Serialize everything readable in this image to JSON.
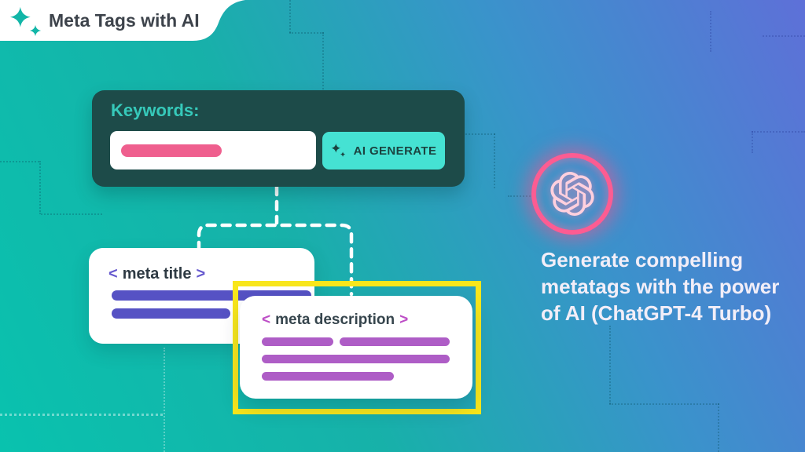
{
  "banner": {
    "icon": "sparkles",
    "title": "Meta Tags with AI"
  },
  "keywords_card": {
    "label": "Keywords:",
    "generate_button": {
      "icon": "sparkles",
      "label": "AI GENERATE"
    }
  },
  "diagram": {
    "meta_title": {
      "bracket_open": "<",
      "label": "meta title",
      "bracket_close": ">"
    },
    "meta_description": {
      "bracket_open": "<",
      "label": "meta description",
      "bracket_close": ">"
    }
  },
  "right_panel": {
    "logo": "openai-logo",
    "lines": [
      "Generate compelling",
      "metatags with the power",
      "of AI (ChatGPT-4 Turbo)"
    ]
  },
  "colors": {
    "background_teal": "#09c2ae",
    "background_blue": "#5e70d8",
    "card_dark_teal": "#1d4b49",
    "keywords_label_teal": "#36c9ba",
    "pink_bar": "#ef5f8e",
    "cyan_button": "#45e2d3",
    "title_bar_purple": "#5652c4",
    "description_bar_magenta": "#ae5dc6",
    "highlight_yellow": "#f8e61b",
    "neon_ring_pink": "#fd5c92",
    "tagline_text": "#f2eef8"
  }
}
